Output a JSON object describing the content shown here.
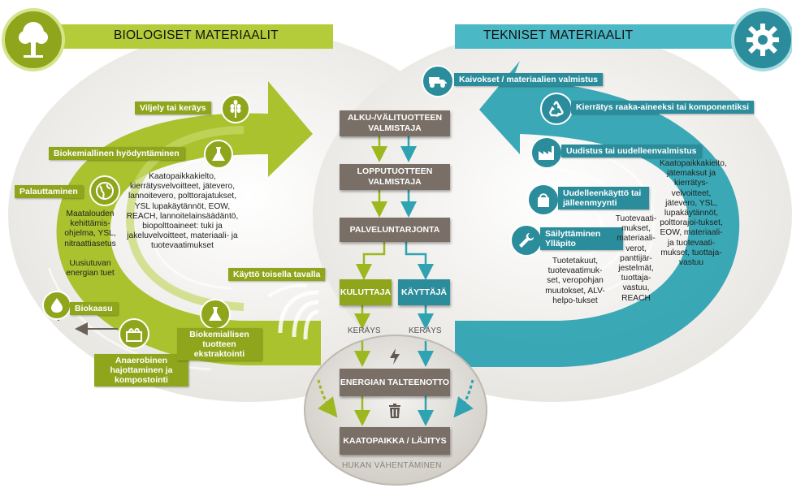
{
  "bio": {
    "title": "BIOLOGISET MATERIAALIT",
    "viljely": "Viljely tai keräys",
    "biokem": "Biokemiallinen hyödyntäminen",
    "palauttaminen": "Palauttaminen",
    "biokaasu": "Biokaasu",
    "anaer": "Anaerobinen hajottaminen ja kompostointi",
    "extract": "Biokemiallisen tuotteen ekstraktointi",
    "kaytto": "Käyttö toisella tavalla",
    "note_left": "Maatalouden kehittämis-ohjelma, YSL, nitraattiasetus\n\nUusiutuvan energian tuet",
    "note_center": "Kaatopaikkakielto, kierrätysvelvoitteet, jätevero, lannoitevero, polttoraja­tukset, YSL lupakäytännöt, EOW, REACH, lannoitelainsäädäntö, biopolttoaineet: tuki ja jakeluvelvoitteet, materiaali- ja tuotevaatimukset"
  },
  "tech": {
    "title": "TEKNISET MATERIAALIT",
    "kaivokset": "Kaivokset / materiaalien valmistus",
    "kierratys": "Kierrätys raaka-aineeksi tai komponentiksi",
    "uudistus": "Uudistus tai uudelleenvalmistus",
    "uudelleen": "Uudelleenkäyttö tai jälleenmyynti",
    "sailytt": "Säilyttäminen Ylläpito",
    "note_right": "Kaatopaikkakielto, jätemaksut ja kierrätys-velvoitteet, jätevero, YSL, lupakäytännöt, polttorajoi-tukset, EOW, materiaali- ja tuotevaati-mukset, tuottaja-vastuu",
    "note_mid": "Tuotevaati-mukset, materiaali-verot, panttijär-jestelmät, tuottaja-vastuu, REACH",
    "note_inner": "Tuotetakuut, tuotevaatimuk-set, veropohjan muutokset, ALV-helpo-tukset"
  },
  "center": {
    "alku": "ALKU-/VÄLITUOTTEEN VALMISTAJA",
    "loppu": "LOPPUTUOTTEEN VALMISTAJA",
    "palvelu": "PALVELUNTARJONTA",
    "kuluttaja": "KULUTTAJA",
    "kayttaja": "KÄYTTÄJÄ",
    "keraysL": "KERÄYS",
    "keraysR": "KERÄYS",
    "energia": "ENERGIAN TALTEENOTTO",
    "kaatopaikka": "KAATOPAIKKA / LÄJITYS",
    "hukka": "HUKAN VÄHENTÄMINEN"
  },
  "colors": {
    "green": "#9cb81e",
    "teal": "#2fa3b2",
    "gray": "#7a6f66"
  },
  "icons": [
    "tree-icon",
    "gear-icon",
    "wheat-icon",
    "flask-icon",
    "globe-icon",
    "drop-icon",
    "compost-icon",
    "truck-icon",
    "recycle-icon",
    "factory-icon",
    "bag-icon",
    "wrench-icon",
    "bolt-icon",
    "trash-icon"
  ]
}
